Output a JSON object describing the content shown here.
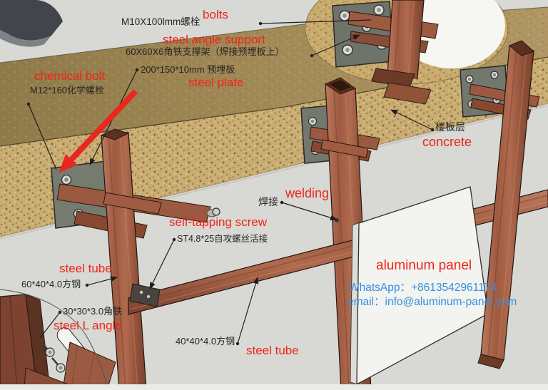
{
  "palette": {
    "background_gray": "#d8d8d5",
    "slab_top": "#a18a55",
    "slab_face_speckled": "#c9ad72",
    "steel_plate_gray": "#73786e",
    "tube_wood_red": "#a05a41",
    "panel_white": "#f3f3f0",
    "label_red": "#ee2517",
    "label_black": "#262624",
    "label_blue": "#338fe3",
    "arrow_red": "#e8281e"
  },
  "labels": {
    "bolts": "bolts",
    "bolt_spec": "M10X100lmm螺栓",
    "steel_angle_support": "steel angle support",
    "angle_support_spec": "60X60X6角铁支撑架（焊接预埋板上）",
    "embed_plate_spec": "200*150*10mm 预埋板",
    "chemical_bolt": "chemical bolt",
    "chemical_bolt_spec": "M12*160化学螺栓",
    "steel_plate": "steel plate",
    "floor_slab": "楼板层",
    "concrete": "concrete",
    "welding": "welding",
    "welding_cn": "焊接",
    "self_tapping_screw": "self-tapping screw",
    "self_tapping_spec": "ST4.8*25自攻螺丝活接",
    "steel_tube_left": "steel tube",
    "tube60_spec": "60*40*4.0方钢",
    "angle30_spec": "30*30*3.0角铁",
    "steel_l_angle": "steel L angle",
    "tube40_spec": "40*40*4.0方钢",
    "steel_tube_bottom": "steel tube",
    "aluminum_panel": "aluminum panel",
    "whatsapp": "WhatsApp：+8613542961174",
    "email": "email：info@aluminum-panel.com"
  }
}
